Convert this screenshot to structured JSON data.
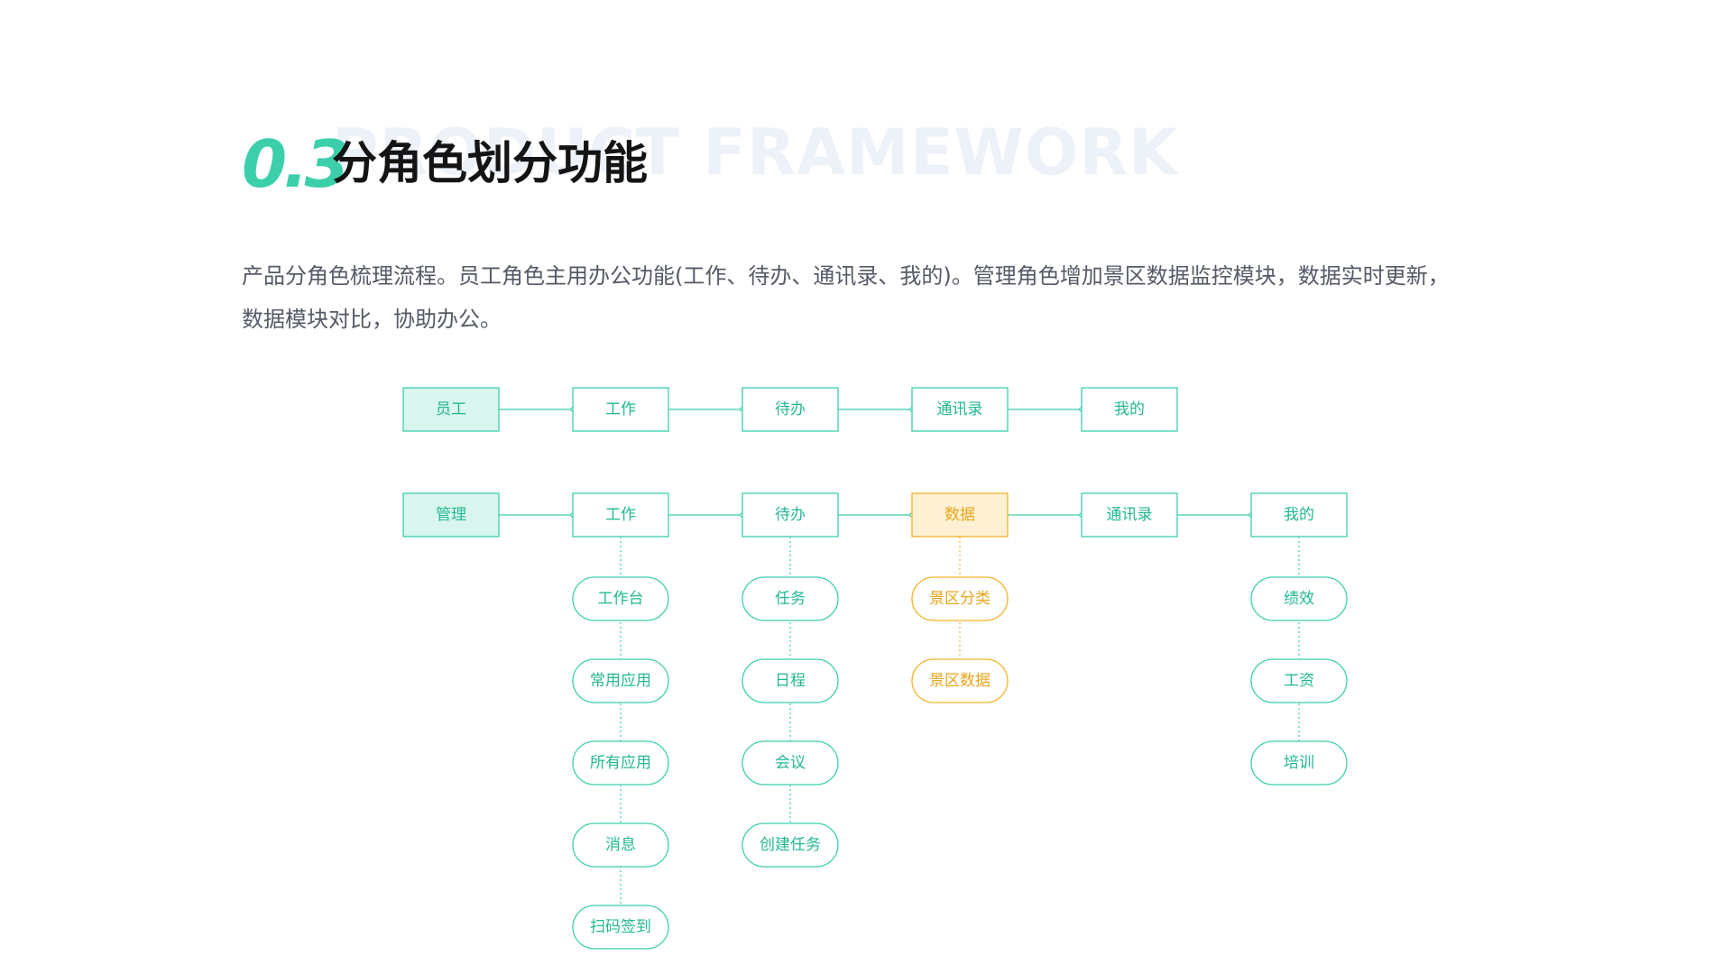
{
  "header": {
    "section_number": "0.3",
    "title_en": "PRODUCT FRAMEWORK",
    "title_cn": "分角色划分功能"
  },
  "description": "产品分角色梳理流程。员工角色主用办公功能(工作、待办、通讯录、我的)。管理角色增加景区数据监控模块，数据实时更新，数据模块对比，协助办公。",
  "colors": {
    "accent": "#3ccfac",
    "accent_fill": "#d8f5ee",
    "highlight": "#f5b32a",
    "highlight_fill": "#fdf0d3",
    "text_teal": "#22b893",
    "text_orange": "#e8a51c"
  },
  "diagram": {
    "rows": [
      {
        "role": "员工",
        "modules": [
          {
            "label": "工作",
            "children": []
          },
          {
            "label": "待办",
            "children": []
          },
          {
            "label": "通讯录",
            "children": []
          },
          {
            "label": "我的",
            "children": []
          }
        ]
      },
      {
        "role": "管理",
        "modules": [
          {
            "label": "工作",
            "children": [
              "工作台",
              "常用应用",
              "所有应用",
              "消息",
              "扫码签到"
            ]
          },
          {
            "label": "待办",
            "children": [
              "任务",
              "日程",
              "会议",
              "创建任务"
            ]
          },
          {
            "label": "数据",
            "highlight": true,
            "children": [
              "景区分类",
              "景区数据"
            ]
          },
          {
            "label": "通讯录",
            "children": []
          },
          {
            "label": "我的",
            "children": [
              "绩效",
              "工资",
              "培训"
            ]
          }
        ]
      }
    ]
  }
}
